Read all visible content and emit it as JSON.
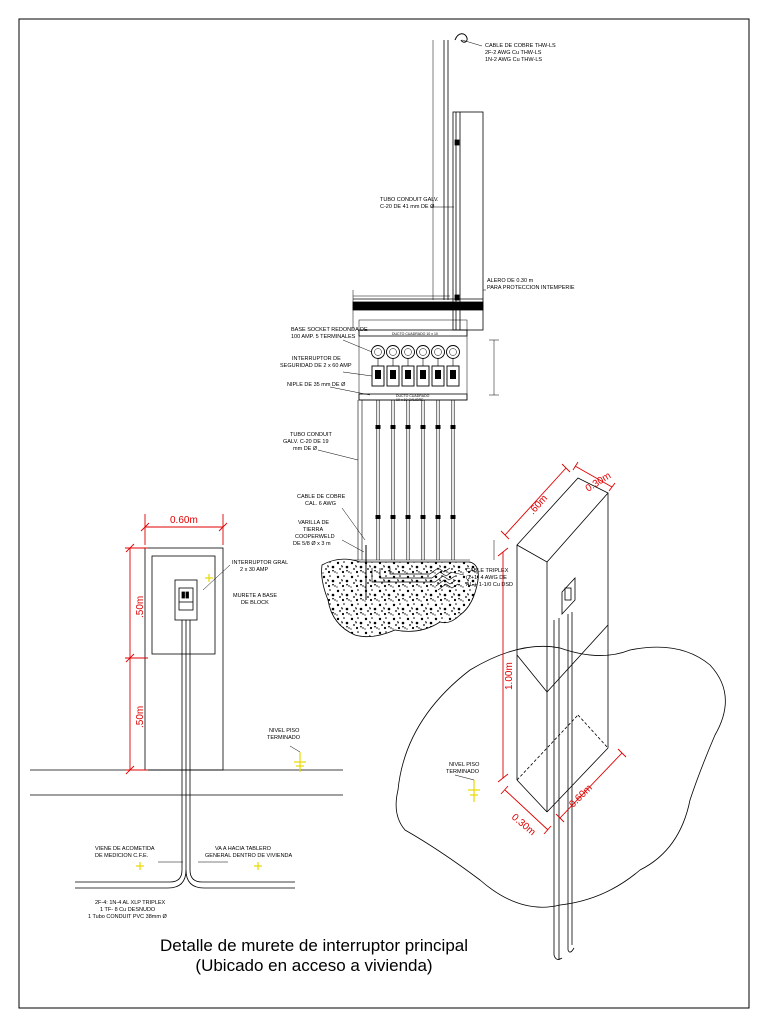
{
  "labels": {
    "cable_cobre": [
      "CABLE DE COBRE THW-LS",
      "2F-2 AWG Cu THW-LS",
      "1N-2 AWG Cu THW-LS"
    ],
    "tubo_conduit_41": [
      "TUBO CONDUIT GALV.",
      "C-20 DE 41 mm DE Ø"
    ],
    "alero": [
      "ALERO DE 0.30 m",
      "PARA PROTECCION INTEMPERIE"
    ],
    "base_socket": [
      "BASE SOCKET REDONDA DE",
      "100 AMP. 5 TERMINALES"
    ],
    "interruptor_seguridad": [
      "INTERRUPTOR DE",
      "SEGURIDAD DE 2 x 60 AMP"
    ],
    "niple": "NIPLE DE 35 mm DE Ø",
    "tubo_conduit_19": [
      "TUBO CONDUIT",
      "GALV. C-20 DE 19",
      "mm DE Ø"
    ],
    "cable_cal6": [
      "CABLE DE COBRE",
      "CAL. 6 AWG"
    ],
    "varilla": [
      "VARILLA DE",
      "TIERRA",
      "COOPERWELD",
      "DE 5/8 Ø x 3 m"
    ],
    "cable_triplex": [
      "CABLE TRIPLEX",
      "(2+1) 4 AWG DE",
      "AL + 1-1/0 Cu DSD"
    ],
    "ducto_top": "DUCTO CUADRADO 10 x 10",
    "ducto_bottom": [
      "DUCTO CUADRADO",
      "10 x 10 CALIBRE"
    ],
    "interruptor_gral": [
      "INTERRUPTOR GRAL",
      "2 x 30 AMP"
    ],
    "murete": [
      "MURETE A BASE",
      "DE BLOCK"
    ],
    "nivel_piso_left": [
      "NIVEL PISO",
      "TERMINADO"
    ],
    "nivel_piso_right": [
      "NIVEL PISO",
      "TERMINADO"
    ],
    "viene_acometida": [
      "VIENE DE ACOMETIDA",
      "DE MEDICION C.F.E."
    ],
    "va_tablero": [
      "VA A HACIA TABLERO",
      "GENERAL DENTRO DE VIVIENDA"
    ],
    "spec": [
      "2F-4: 1N-4 AL XLP TRIPLEX",
      "1 TF- 8 Cu DESNUDO",
      "1 Tubo CONDUIT PVC 38mm Ø"
    ]
  },
  "dims_left": {
    "width": "0.60m",
    "upper": ".50m",
    "lower": ".50m"
  },
  "dims_right": {
    "top_depth": "0.30m",
    "top_width": ".60m",
    "height": "1.00m",
    "bottom_depth": "0.30m",
    "bottom_width": "0.60m"
  },
  "title": {
    "line1": "Detalle de murete de interruptor principal",
    "line2": "(Ubicado en acceso a vivienda)"
  },
  "colors": {
    "dimension": "#e00000",
    "ground_marker": "#e8d800",
    "line": "#000000"
  }
}
